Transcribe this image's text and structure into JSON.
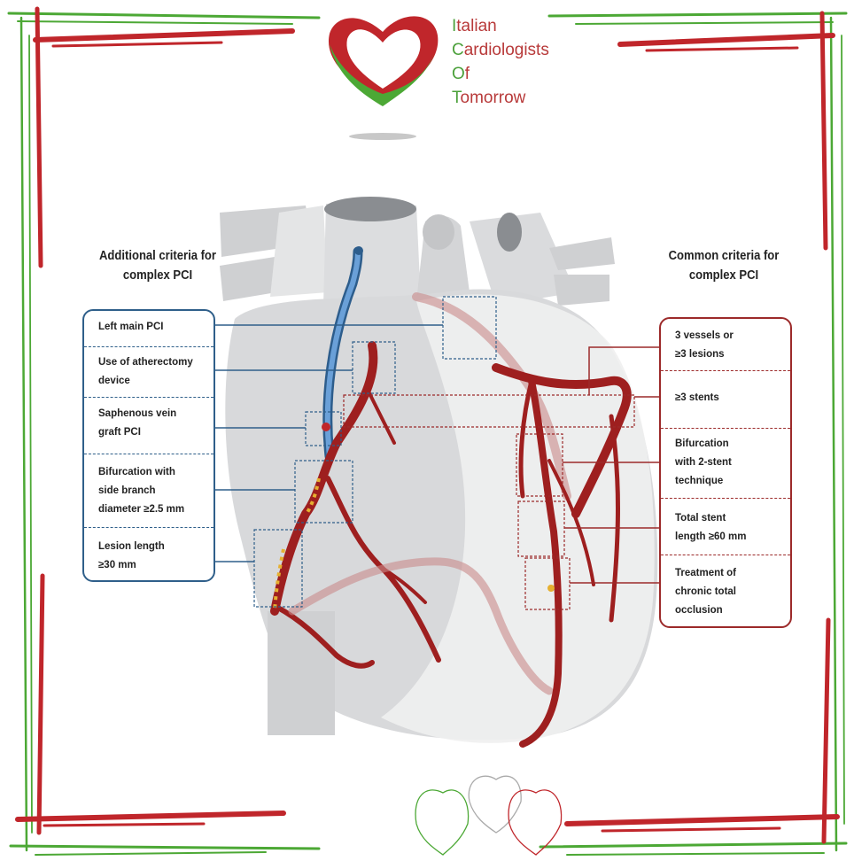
{
  "logo": {
    "lines": [
      {
        "initial": "I",
        "rest": "talian"
      },
      {
        "initial": "C",
        "rest": "ardiologists"
      },
      {
        "initial": "O",
        "rest": "f"
      },
      {
        "initial": "T",
        "rest": "omorrow"
      }
    ]
  },
  "left_panel": {
    "title_line1": "Additional criteria for",
    "title_line2": "complex PCI",
    "criteria": [
      {
        "line1": "Left main PCI",
        "line2": ""
      },
      {
        "line1": "Use of atherectomy",
        "line2": "device"
      },
      {
        "line1": "Saphenous vein",
        "line2": "graft PCI"
      },
      {
        "line1": "Bifurcation with",
        "line2": "side branch",
        "line3": "diameter ≥2.5 mm"
      },
      {
        "line1": "Lesion length",
        "line2": "≥30 mm"
      }
    ]
  },
  "right_panel": {
    "title_line1": "Common criteria for",
    "title_line2": "complex PCI",
    "criteria": [
      {
        "line1": "3 vessels or",
        "line2": "≥3 lesions"
      },
      {
        "line1": "≥3 stents",
        "line2": ""
      },
      {
        "line1": "Bifurcation",
        "line2": "with 2-stent",
        "line3": "technique"
      },
      {
        "line1": "Total stent",
        "line2": "length ≥60 mm"
      },
      {
        "line1": "Treatment of",
        "line2": "chronic total",
        "line3": "occlusion"
      }
    ]
  },
  "colors": {
    "frame_red": "#c0262b",
    "frame_green": "#4ca835",
    "left_accent": "#2f5f8a",
    "right_accent": "#9c2a2a",
    "artery": "#9e1f1f",
    "heart_fill": "#d8d9db"
  }
}
